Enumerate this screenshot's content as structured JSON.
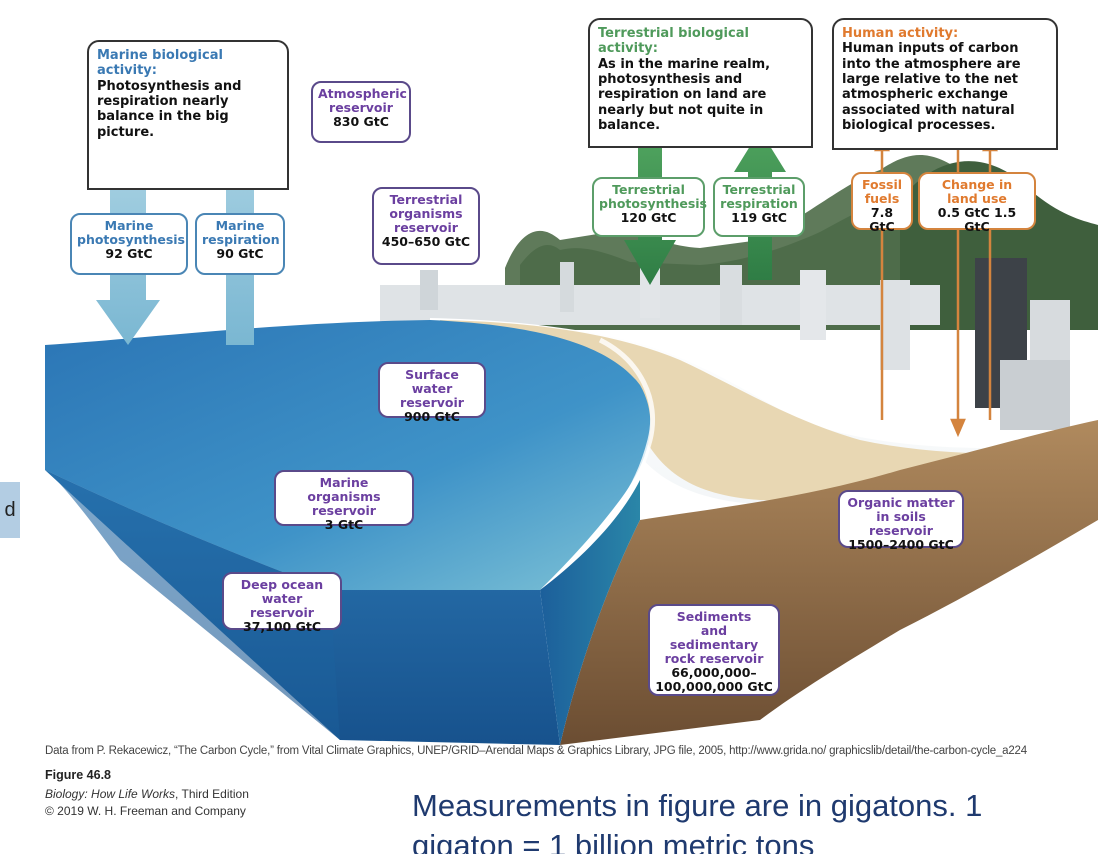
{
  "side_tab": {
    "text": "d"
  },
  "info_panels": {
    "marine": {
      "heading": "Marine biological activity:",
      "body": "Photosynthesis and respiration nearly balance in the big picture."
    },
    "terrestrial": {
      "heading": "Terrestrial biological activity:",
      "body": "As in the marine realm, photosynthesis and respiration on land are nearly but not quite in balance."
    },
    "human": {
      "heading": "Human activity:",
      "body": "Human inputs of carbon into the atmosphere are large relative to the net atmospheric exchange associated with natural biological processes."
    }
  },
  "fluxes": {
    "marine_photosynthesis": {
      "title": "Marine\nphotosynthesis",
      "value": "92 GtC"
    },
    "marine_respiration": {
      "title": "Marine\nrespiration",
      "value": "90 GtC"
    },
    "terrestrial_photosynthesis": {
      "title": "Terrestrial\nphotosynthesis",
      "value": "120 GtC"
    },
    "terrestrial_respiration": {
      "title": "Terrestrial\nrespiration",
      "value": "119 GtC"
    },
    "fossil_fuels": {
      "title": "Fossil\nfuels",
      "value": "7.8 GtC"
    },
    "land_use": {
      "title": "Change in\nland use",
      "value": "0.5 GtC  1.5 GtC"
    }
  },
  "reservoirs": {
    "atmospheric": {
      "title": "Atmospheric\nreservoir",
      "value": "830 GtC"
    },
    "terrestrial_organisms": {
      "title": "Terrestrial\norganisms\nreservoir",
      "value": "450–650 GtC"
    },
    "surface_water": {
      "title": "Surface water\nreservoir",
      "value": "900 GtC"
    },
    "marine_organisms": {
      "title": "Marine organisms\nreservoir",
      "value": "3 GtC"
    },
    "deep_ocean": {
      "title": "Deep ocean\nwater reservoir",
      "value": "37,100 GtC"
    },
    "soil_organic": {
      "title": "Organic  matter\nin soils reservoir",
      "value": "1500–2400 GtC"
    },
    "sediments": {
      "title": "Sediments\nand sedimentary\nrock reservoir",
      "value": "66,000,000–\n100,000,000 GtC"
    }
  },
  "colors": {
    "reservoir_title": "#6b3fa0",
    "marine": "#3a79b3",
    "terrestrial": "#4f9a5b",
    "human": "#e07a2e",
    "ocean": "#1d6aa8",
    "sand": "#e8d7b3",
    "soil": "#8a6a48"
  },
  "footer": {
    "credit": "Data from P. Rekacewicz, “The Carbon Cycle,” from Vital Climate Graphics, UNEP/GRID–Arendal Maps & Graphics Library, JPG file, 2005, http://www.grida.no/ graphicslib/detail/the-carbon-cycle_a224",
    "figure_label": "Figure 46.8",
    "book_title": "Biology: How Life Works",
    "book_edition": ", Third Edition",
    "copyright": "© 2019 W. H. Freeman and Company",
    "note": "Measurements in figure are in gigatons. 1 gigaton = 1 billion metric tons"
  }
}
